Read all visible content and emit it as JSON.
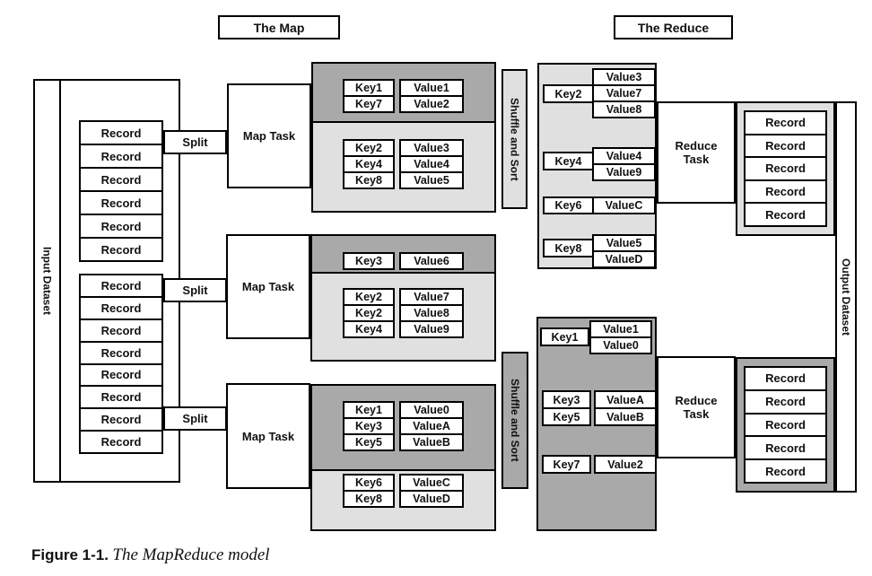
{
  "titles": {
    "the_map": "The Map",
    "the_reduce": "The Reduce"
  },
  "labels": {
    "input_dataset": "Input Dataset",
    "output_dataset": "Output Dataset",
    "record": "Record",
    "split": "Split",
    "map_task": "Map Task",
    "reduce_task": "Reduce Task",
    "shuffle_and_sort": "Shuffle and Sort"
  },
  "input": {
    "group1_record_count": 6,
    "group2_record_count": 8,
    "split_count": 3
  },
  "map_outputs": [
    {
      "partition1": [
        {
          "key": "Key1",
          "value": "Value1"
        },
        {
          "key": "Key7",
          "value": "Value2"
        }
      ],
      "partition2": [
        {
          "key": "Key2",
          "value": "Value3"
        },
        {
          "key": "Key4",
          "value": "Value4"
        },
        {
          "key": "Key8",
          "value": "Value5"
        }
      ]
    },
    {
      "partition1": [
        {
          "key": "Key3",
          "value": "Value6"
        }
      ],
      "partition2": [
        {
          "key": "Key2",
          "value": "Value7"
        },
        {
          "key": "Key2",
          "value": "Value8"
        },
        {
          "key": "Key4",
          "value": "Value9"
        }
      ]
    },
    {
      "partition1": [
        {
          "key": "Key1",
          "value": "Value0"
        },
        {
          "key": "Key3",
          "value": "ValueA"
        },
        {
          "key": "Key5",
          "value": "ValueB"
        }
      ],
      "partition2": [
        {
          "key": "Key6",
          "value": "ValueC"
        },
        {
          "key": "Key8",
          "value": "ValueD"
        }
      ]
    }
  ],
  "reduce_inputs": [
    {
      "groups": [
        {
          "key": "Key2",
          "values": [
            "Value3",
            "Value7",
            "Value8"
          ]
        },
        {
          "key": "Key4",
          "values": [
            "Value4",
            "Value9"
          ]
        },
        {
          "key": "Key6",
          "values": [
            "ValueC"
          ]
        },
        {
          "key": "Key8",
          "values": [
            "Value5",
            "ValueD"
          ]
        }
      ]
    },
    {
      "groups": [
        {
          "key": "Key1",
          "values": [
            "Value1",
            "Value0"
          ]
        },
        {
          "key": "Key3",
          "values": [
            "ValueA"
          ]
        },
        {
          "key": "Key5",
          "values": [
            "ValueB"
          ]
        },
        {
          "key": "Key7",
          "values": [
            "Value2"
          ]
        }
      ]
    }
  ],
  "outputs": {
    "records_per_reduce_task": 5
  },
  "caption": {
    "figure": "Figure 1-1.",
    "title": "The MapReduce model"
  },
  "colors": {
    "dark_gray": "#a9a9a9",
    "light_gray": "#e0e0e0",
    "border": "#000000",
    "background": "#ffffff"
  }
}
